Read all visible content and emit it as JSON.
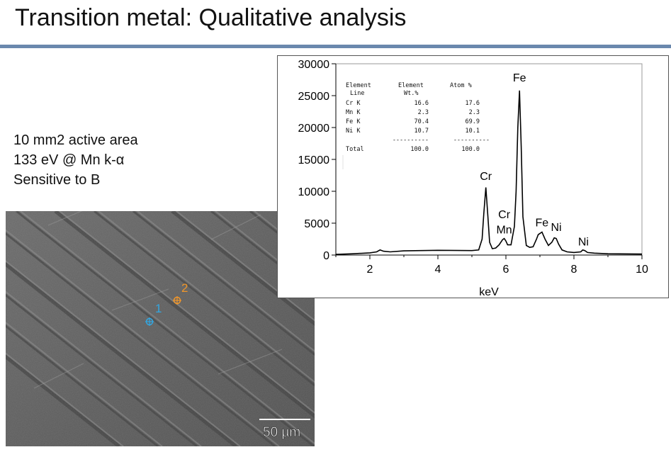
{
  "slide": {
    "title": "Transition metal: Qualitative analysis",
    "specs": [
      "10 mm2 active area",
      "133 eV @ Mn k-α",
      "Sensitive to B"
    ]
  },
  "sem_image": {
    "points": [
      {
        "label": "1",
        "color": "#33a6e0"
      },
      {
        "label": "2",
        "color": "#f0962a"
      }
    ],
    "scalebar_label": "50 µm"
  },
  "chart_data": {
    "type": "line",
    "xlabel": "keV",
    "ylabel": "",
    "xlim": [
      1,
      10
    ],
    "ylim": [
      0,
      30000
    ],
    "xticks": [
      2,
      4,
      6,
      8,
      10
    ],
    "yticks": [
      0,
      5000,
      10000,
      15000,
      20000,
      25000,
      30000
    ],
    "series": [
      {
        "x": [
          1.0,
          1.5,
          2.0,
          2.2,
          2.3,
          2.4,
          2.6,
          3.0,
          4.0,
          5.0,
          5.2,
          5.3,
          5.35,
          5.41,
          5.47,
          5.52,
          5.6,
          5.7,
          5.8,
          5.9,
          5.95,
          6.0,
          6.05,
          6.15,
          6.25,
          6.3,
          6.35,
          6.4,
          6.45,
          6.5,
          6.6,
          6.7,
          6.8,
          6.9,
          6.95,
          7.06,
          7.15,
          7.25,
          7.35,
          7.42,
          7.48,
          7.55,
          7.65,
          7.8,
          8.0,
          8.2,
          8.26,
          8.32,
          8.4,
          8.6,
          9.0,
          10.0
        ],
        "y": [
          100,
          200,
          350,
          500,
          800,
          600,
          500,
          650,
          750,
          700,
          800,
          2500,
          6500,
          10600,
          6000,
          2000,
          1000,
          1100,
          1600,
          2400,
          2600,
          2200,
          1600,
          1600,
          4500,
          10000,
          20000,
          25800,
          17000,
          6000,
          1500,
          1200,
          1300,
          2500,
          3200,
          3600,
          2500,
          1500,
          2000,
          2700,
          2600,
          1700,
          800,
          500,
          400,
          500,
          800,
          700,
          400,
          300,
          200,
          150
        ]
      }
    ],
    "peak_labels": [
      {
        "text": "Fe",
        "x": 6.4,
        "y": 27200
      },
      {
        "text": "Cr",
        "x": 5.41,
        "y": 11800
      },
      {
        "text": "Cr",
        "x": 5.95,
        "y": 5800
      },
      {
        "text": "Mn",
        "x": 5.95,
        "y": 3400
      },
      {
        "text": "Fe",
        "x": 7.06,
        "y": 4500
      },
      {
        "text": "Ni",
        "x": 7.48,
        "y": 3800
      },
      {
        "text": "Ni",
        "x": 8.28,
        "y": 1500
      }
    ],
    "table": {
      "headers": [
        [
          "Element",
          "Line"
        ],
        [
          "Element",
          "Wt.%"
        ],
        [
          "Atom %",
          ""
        ]
      ],
      "rows": [
        [
          "Cr K",
          "16.6",
          "17.6"
        ],
        [
          "Mn K",
          "2.3",
          "2.3"
        ],
        [
          "Fe K",
          "70.4",
          "69.9"
        ],
        [
          "Ni K",
          "10.7",
          "10.1"
        ]
      ],
      "separator": "----------",
      "total": [
        "Total",
        "100.0",
        "100.0"
      ]
    }
  }
}
